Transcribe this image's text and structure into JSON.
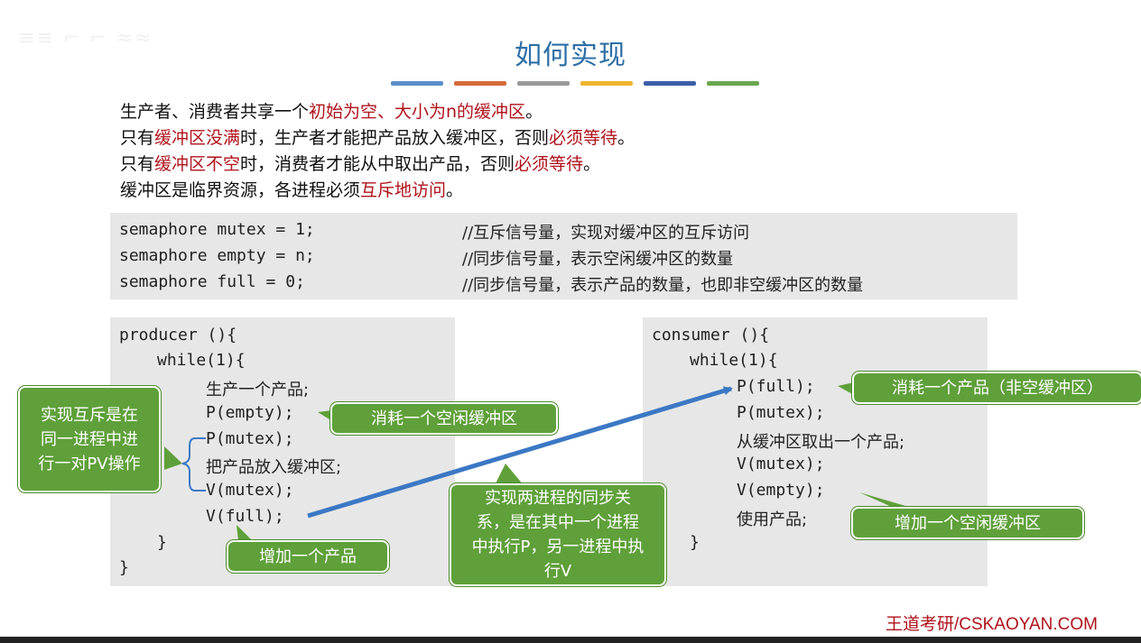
{
  "slide": {
    "title": "如何实现",
    "accent_colors": [
      "#5b8fc7",
      "#d46c3a",
      "#9a9a9a",
      "#f0b431",
      "#3b5fa8",
      "#6aa84f"
    ],
    "intro": {
      "line1": {
        "a": "生产者、消费者共享一个",
        "b": "初始为空、大小为n的缓冲区",
        "c": "。"
      },
      "line2": {
        "a": "只有",
        "b": "缓冲区没满",
        "c": "时，生产者才能把产品放入缓冲区，否则",
        "d": "必须等待",
        "e": "。"
      },
      "line3": {
        "a": "只有",
        "b": "缓冲区不空",
        "c": "时，消费者才能从中取出产品，否则",
        "d": "必须等待",
        "e": "。"
      },
      "line4": {
        "a": "缓冲区是临界资源，各进程必须",
        "b": "互斥地访问",
        "c": "。"
      }
    },
    "semaphores": [
      {
        "code": "semaphore mutex = 1;",
        "comment": "//互斥信号量，实现对缓冲区的互斥访问"
      },
      {
        "code": "semaphore empty = n;",
        "comment": "//同步信号量，表示空闲缓冲区的数量"
      },
      {
        "code": "semaphore full = 0;",
        "comment": "//同步信号量，表示产品的数量，也即非空缓冲区的数量"
      }
    ],
    "producer": {
      "lines": [
        "producer (){",
        "while(1){",
        "生产一个产品;",
        "P(empty);",
        "P(mutex);",
        "把产品放入缓冲区;",
        "V(mutex);",
        "V(full);",
        "}",
        "}"
      ]
    },
    "consumer": {
      "lines": [
        "consumer (){",
        "while(1){",
        "P(full);",
        "P(mutex);",
        "从缓冲区取出一个产品;",
        "V(mutex);",
        "V(empty);",
        "使用产品;",
        "}"
      ]
    },
    "callouts": {
      "mutex_pair": "实现互斥是在同一进程中进行一对PV操作",
      "consume_empty": "消耗一个空闲缓冲区",
      "add_product": "增加一个产品",
      "sync_relation": "实现两进程的同步关系，是在其中一个进程中执行P，另一进程中执行V",
      "consume_product": "消耗一个产品（非空缓冲区）",
      "add_empty": "增加一个空闲缓冲区"
    },
    "footer": "王道考研/CSKAOYAN.COM"
  }
}
